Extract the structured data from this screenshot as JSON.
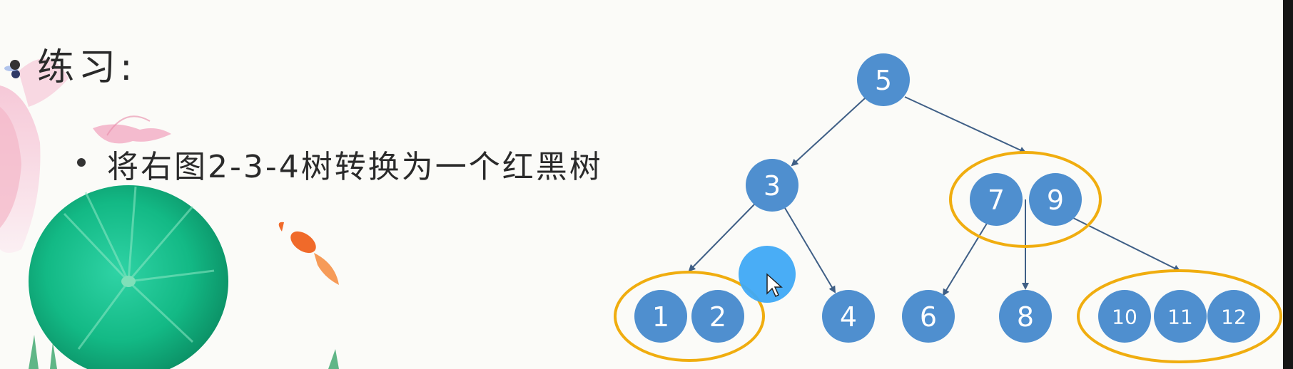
{
  "slide": {
    "heading": "练习:",
    "bullet": "将右图2-3-4树转换为一个红黑树"
  },
  "colors": {
    "node_fill": "#4f8fcf",
    "edge": "#3f5f86",
    "group_outline": "#f0ad0f",
    "cursor_highlight": "#3fa9f5"
  },
  "tree": {
    "nodes": [
      {
        "id": "n5",
        "key": "5"
      },
      {
        "id": "n3",
        "key": "3"
      },
      {
        "id": "n7",
        "key": "7"
      },
      {
        "id": "n9",
        "key": "9"
      },
      {
        "id": "n1",
        "key": "1"
      },
      {
        "id": "n2",
        "key": "2"
      },
      {
        "id": "n4",
        "key": "4"
      },
      {
        "id": "n6",
        "key": "6"
      },
      {
        "id": "n8",
        "key": "8"
      },
      {
        "id": "n10",
        "key": "10"
      },
      {
        "id": "n11",
        "key": "11"
      },
      {
        "id": "n12",
        "key": "12"
      }
    ],
    "groups": [
      {
        "id": "g79",
        "members": [
          "n7",
          "n9"
        ]
      },
      {
        "id": "g12",
        "members": [
          "n1",
          "n2"
        ]
      },
      {
        "id": "g101112",
        "members": [
          "n10",
          "n11",
          "n12"
        ]
      }
    ],
    "edges": [
      {
        "from": "n5",
        "to": "n3"
      },
      {
        "from": "n5",
        "to": "g79"
      },
      {
        "from": "n3",
        "to": "g12"
      },
      {
        "from": "n3",
        "to": "n4"
      },
      {
        "from": "n7",
        "to": "n6"
      },
      {
        "from": "g79",
        "to": "n8"
      },
      {
        "from": "n9",
        "to": "g101112"
      }
    ]
  }
}
